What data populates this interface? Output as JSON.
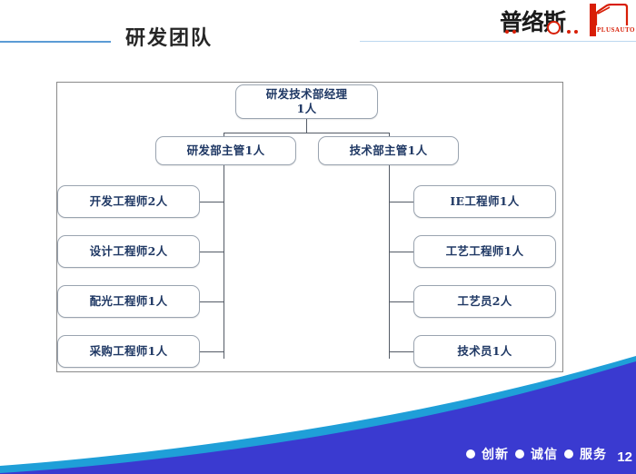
{
  "header": {
    "title": "研发团队",
    "rule_color": "#5b9bd5"
  },
  "logo": {
    "cn_text": "普络斯",
    "en_text": "PLUSAUTO",
    "accent_color": "#d81e06",
    "icon_name": "car-outline-icon"
  },
  "orgchart": {
    "root": {
      "line1": "研发技术部经理",
      "line2": "1人"
    },
    "managers": [
      {
        "label": "研发部主管1人"
      },
      {
        "label": "技术部主管1人"
      }
    ],
    "left_column": [
      {
        "label": "开发工程师2人"
      },
      {
        "label": "设计工程师2人"
      },
      {
        "label": "配光工程师1人"
      },
      {
        "label": "采购工程师1人"
      }
    ],
    "right_column": [
      {
        "label": "IE工程师1人"
      },
      {
        "label": "工艺工程师1人"
      },
      {
        "label": "工艺员2人"
      },
      {
        "label": "技术员1人"
      }
    ],
    "node_text_color": "#1f3864",
    "node_border_color": "#9aa4b0",
    "connector_color": "#545b66"
  },
  "footer": {
    "slogan": [
      {
        "label": "创新"
      },
      {
        "label": "诚信"
      },
      {
        "label": "服务"
      }
    ],
    "page_number": "12",
    "wave_top_color": "#1f9fd8",
    "wave_bottom_color": "#3a3ad0"
  }
}
